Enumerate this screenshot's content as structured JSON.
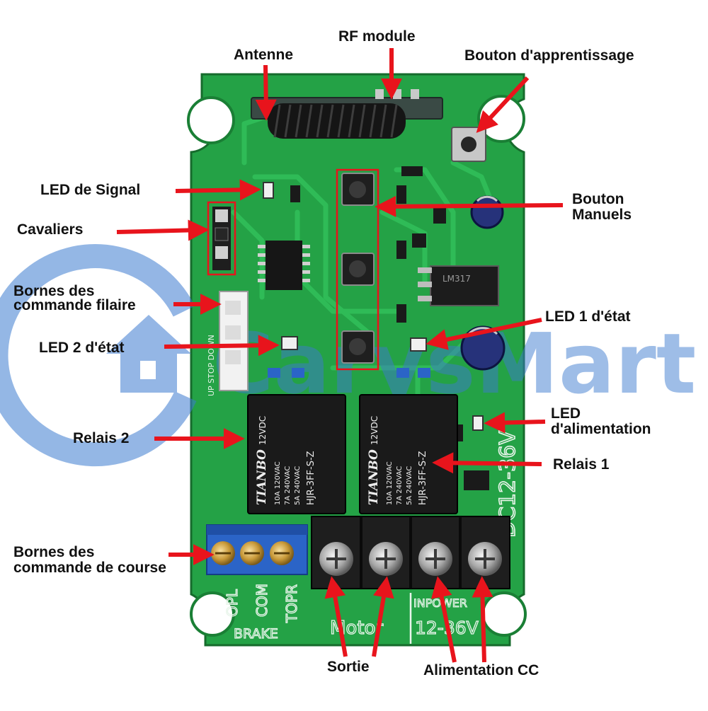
{
  "watermark": "CarysMart",
  "callouts": {
    "rf_module": "RF module",
    "antenne": "Antenne",
    "bouton_apprentissage": "Bouton d'apprentissage",
    "led_signal": "LED de Signal",
    "cavaliers": "Cavaliers",
    "bouton_manuels_1": "Bouton",
    "bouton_manuels_2": "Manuels",
    "bornes_filaire_1": "Bornes des",
    "bornes_filaire_2": "commande filaire",
    "led1_etat": "LED 1 d'état",
    "led2_etat": "LED 2 d'état",
    "led_alim_1": "LED",
    "led_alim_2": "d'alimentation",
    "relais2": "Relais 2",
    "relais1": "Relais 1",
    "bornes_course_1": "Bornes des",
    "bornes_course_2": "commande de course",
    "sortie": "Sortie",
    "alimentation_cc": "Alimentation CC"
  },
  "board": {
    "relay_brand": "TIANBO",
    "relay_voltage": "12VDC",
    "relay_rating_1": "10A 120VAC",
    "relay_rating_2": "7A 240VAC",
    "relay_rating_3": "5A 240VAC",
    "relay_model": "HJR-3FF-S-Z",
    "silk_opl": "OPL",
    "silk_com": "COM",
    "silk_topr": "TOPR",
    "silk_brake": "BRAKE",
    "silk_motor": "Motor",
    "silk_inpower": "INPOWER",
    "silk_voltage_range": "12-36V",
    "silk_dc": "DC12-36V",
    "silk_up_stop_down": "UP  STOP  DOWN",
    "regulator": "LM317"
  },
  "colors": {
    "pcb": "#24a246",
    "pcb_dark": "#1a7f35",
    "trace": "#2fb955",
    "arrow": "#e8141c",
    "terminal_black": "#1e1e1e",
    "terminal_blue": "#2b64c7",
    "relay": "#1a1a1a",
    "watermark": "#3d7bd0"
  }
}
